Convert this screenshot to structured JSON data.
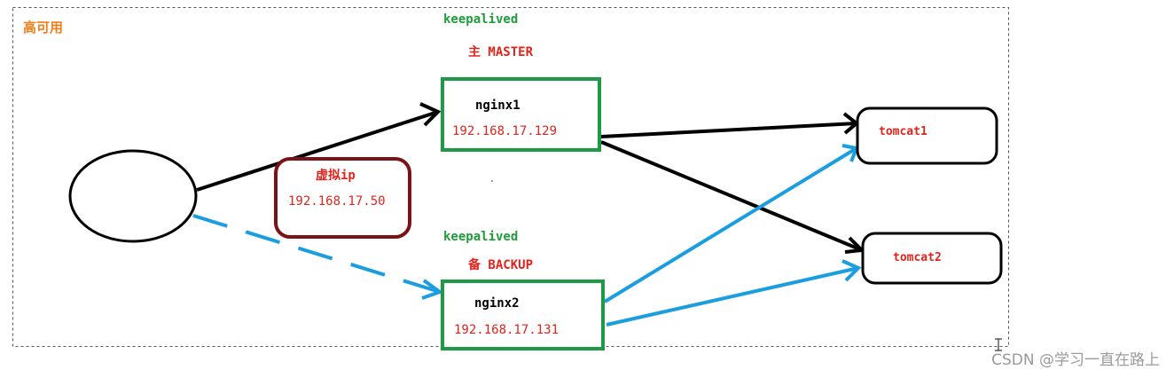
{
  "title": "高可用",
  "colors": {
    "frame": "#555555",
    "green_box": "#1e9a46",
    "green_text": "#1f9d3a",
    "red_text": "#e0241c",
    "vip_border": "#7a1316",
    "black": "#000000",
    "blue": "#1a9ee0",
    "orange": "#f07f1a",
    "watermark": "#9a9a9a"
  },
  "master": {
    "keepalived": "keepalived",
    "role": "主 MASTER",
    "name": "nginx1",
    "ip": "192.168.17.129"
  },
  "backup": {
    "keepalived": "keepalived",
    "role": "备 BACKUP",
    "name": "nginx2",
    "ip": "192.168.17.131"
  },
  "vip": {
    "label": "虚拟ip",
    "ip": "192.168.17.50"
  },
  "tomcat1": {
    "label": "tomcat1"
  },
  "tomcat2": {
    "label": "tomcat2"
  },
  "watermark": "CSDN @学习一直在路上",
  "diagram": {
    "nodes": [
      "client",
      "vip",
      "nginx1",
      "nginx2",
      "tomcat1",
      "tomcat2"
    ],
    "edges": [
      {
        "from": "client",
        "to": "nginx1",
        "style": "solid",
        "color": "black"
      },
      {
        "from": "client",
        "to": "nginx2",
        "style": "dashed",
        "color": "blue"
      },
      {
        "from": "nginx1",
        "to": "tomcat1",
        "style": "solid",
        "color": "black"
      },
      {
        "from": "nginx1",
        "to": "tomcat2",
        "style": "solid",
        "color": "black"
      },
      {
        "from": "nginx2",
        "to": "tomcat1",
        "style": "solid",
        "color": "blue"
      },
      {
        "from": "nginx2",
        "to": "tomcat2",
        "style": "solid",
        "color": "blue"
      }
    ]
  }
}
